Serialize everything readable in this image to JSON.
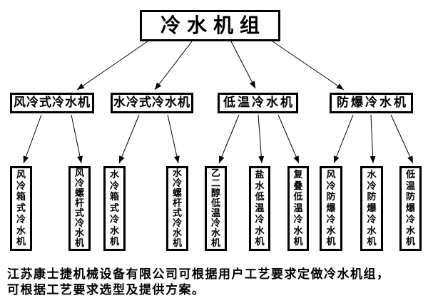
{
  "diagram": {
    "root": {
      "label": "冷水机组"
    },
    "level2": [
      {
        "label": "风冷式冷水机"
      },
      {
        "label": "水冷式冷水机"
      },
      {
        "label": "低温冷水机"
      },
      {
        "label": "防爆冷水机"
      }
    ],
    "level3": [
      {
        "label": "风冷箱式冷水机"
      },
      {
        "label": "风冷螺杆式冷水机"
      },
      {
        "label": "水冷箱式冷水机"
      },
      {
        "label": "水冷螺杆式冷水机"
      },
      {
        "label": "乙二醇低温冷水机"
      },
      {
        "label": "盐水低温冷水机"
      },
      {
        "label": "复叠低温冷水机"
      },
      {
        "label": "风冷防爆冷水机"
      },
      {
        "label": "水冷防爆冷水机"
      },
      {
        "label": "低温防爆冷水机"
      }
    ],
    "hierarchy": [
      {
        "parent": "冷水机组",
        "children": [
          "风冷式冷水机",
          "水冷式冷水机",
          "低温冷水机",
          "防爆冷水机"
        ]
      },
      {
        "parent": "风冷式冷水机",
        "children": [
          "风冷箱式冷水机",
          "风冷螺杆式冷水机"
        ]
      },
      {
        "parent": "水冷式冷水机",
        "children": [
          "水冷箱式冷水机",
          "水冷螺杆式冷水机"
        ]
      },
      {
        "parent": "低温冷水机",
        "children": [
          "乙二醇低温冷水机",
          "盐水低温冷水机",
          "复叠低温冷水机"
        ]
      },
      {
        "parent": "防爆冷水机",
        "children": [
          "风冷防爆冷水机",
          "水冷防爆冷水机",
          "低温防爆冷水机"
        ]
      }
    ]
  },
  "footer": {
    "lines": [
      "江苏康士捷机械设备有限公司可根据用户工艺要求定做冷水机组，",
      "可根据工艺要求选型及提供方案。"
    ]
  },
  "colors": {
    "ink": "#000000",
    "background": "#ffffff"
  }
}
